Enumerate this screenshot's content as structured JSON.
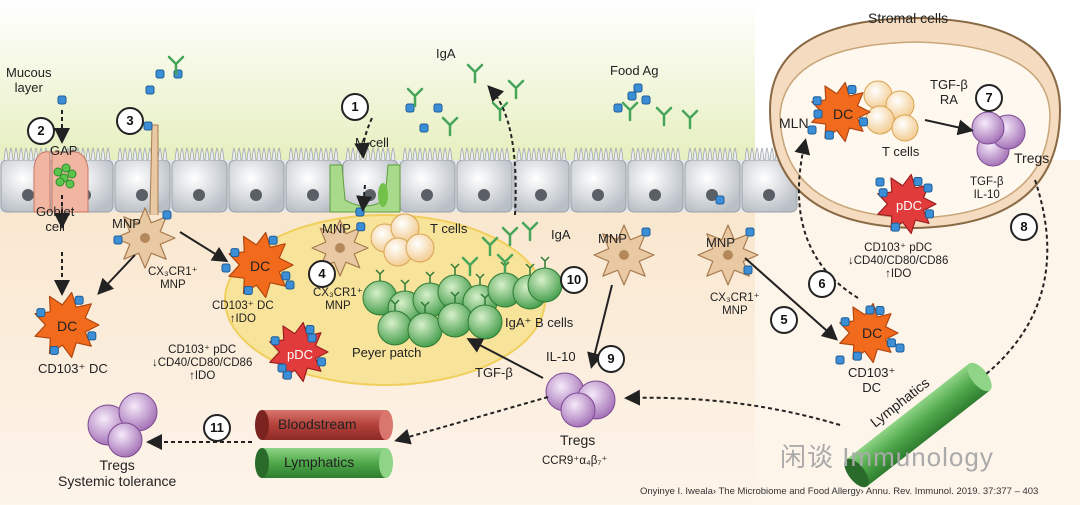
{
  "labels": {
    "mucous_layer": "Mucous\nlayer",
    "gap": "GAP",
    "goblet_cell": "Goblet\ncell",
    "dc_left": "DC",
    "cd103_dc_left": "CD103⁺ DC",
    "mnp_left": "MNP",
    "cx3cr1_mnp_left": "CX₃CR1⁺\nMNP",
    "dc_pp": "DC",
    "cd103_dc_ido": "CD103⁺ DC\n↑IDO",
    "pdc_pp": "pDC",
    "cd103_pdc_pp": "CD103⁺ pDC\n↓CD40/CD80/CD86\n↑IDO",
    "m_cell": "M cell",
    "mnp_pp": "MNP",
    "cx3cr1_mnp_pp": "CX₃CR1⁺\nMNP",
    "t_cells_pp": "T cells",
    "iga_top": "IgA",
    "iga_pp": "IgA",
    "iga_b_cells": "IgA⁺ B cells",
    "peyer_patch": "Peyer patch",
    "food_ag": "Food Ag",
    "mnp_mid": "MNP",
    "il10": "IL-10",
    "tgfb_mid": "TGF-β",
    "tregs_mid": "Tregs",
    "ccr9": "CCR9⁺α₄β₇⁺",
    "mnp_right": "MNP",
    "cx3cr1_mnp_right": "CX₃CR1⁺\nMNP",
    "stromal_cells": "Stromal cells",
    "mln": "MLN",
    "dc_mln": "DC",
    "t_cells_mln": "T cells",
    "tgfb_ra": "TGF-β\nRA",
    "tregs_mln": "Tregs",
    "tgfb_il10": "TGF-β\nIL-10",
    "pdc_right": "pDC",
    "cd103_pdc_right": "CD103⁺ pDC\n↓CD40/CD80/CD86\n↑IDO",
    "dc_right": "DC",
    "cd103_dc_right": "CD103⁺\nDC",
    "bloodstream": "Bloodstream",
    "lymphatics_left": "Lymphatics",
    "lymphatics_right": "Lymphatics",
    "tregs_bottom": "Tregs\nSystemic tolerance"
  },
  "steps": [
    "1",
    "2",
    "3",
    "4",
    "5",
    "6",
    "7",
    "8",
    "9",
    "10",
    "11"
  ],
  "citation": "Onyinye I. Iweala› The Microbiome and Food Allergy› Annu. Rev. Immunol. 2019. 37:377 – 403",
  "watermark": "闲谈 Immunology",
  "colors": {
    "lumen": "#eef3cf",
    "epithelium": "#dcdfe3",
    "lamina": "#fbeedd",
    "peyer": "#f7dc8c",
    "dc": "#f26a1b",
    "pdc": "#e23b3b",
    "mnp": "#e9c9a3",
    "treg": "#b887c6",
    "bcell": "#55b35a",
    "bloodstream": "#b3413a",
    "lymphatics": "#4fa84a",
    "antigen": "#3c8fd6",
    "antibody": "#47a55a"
  }
}
